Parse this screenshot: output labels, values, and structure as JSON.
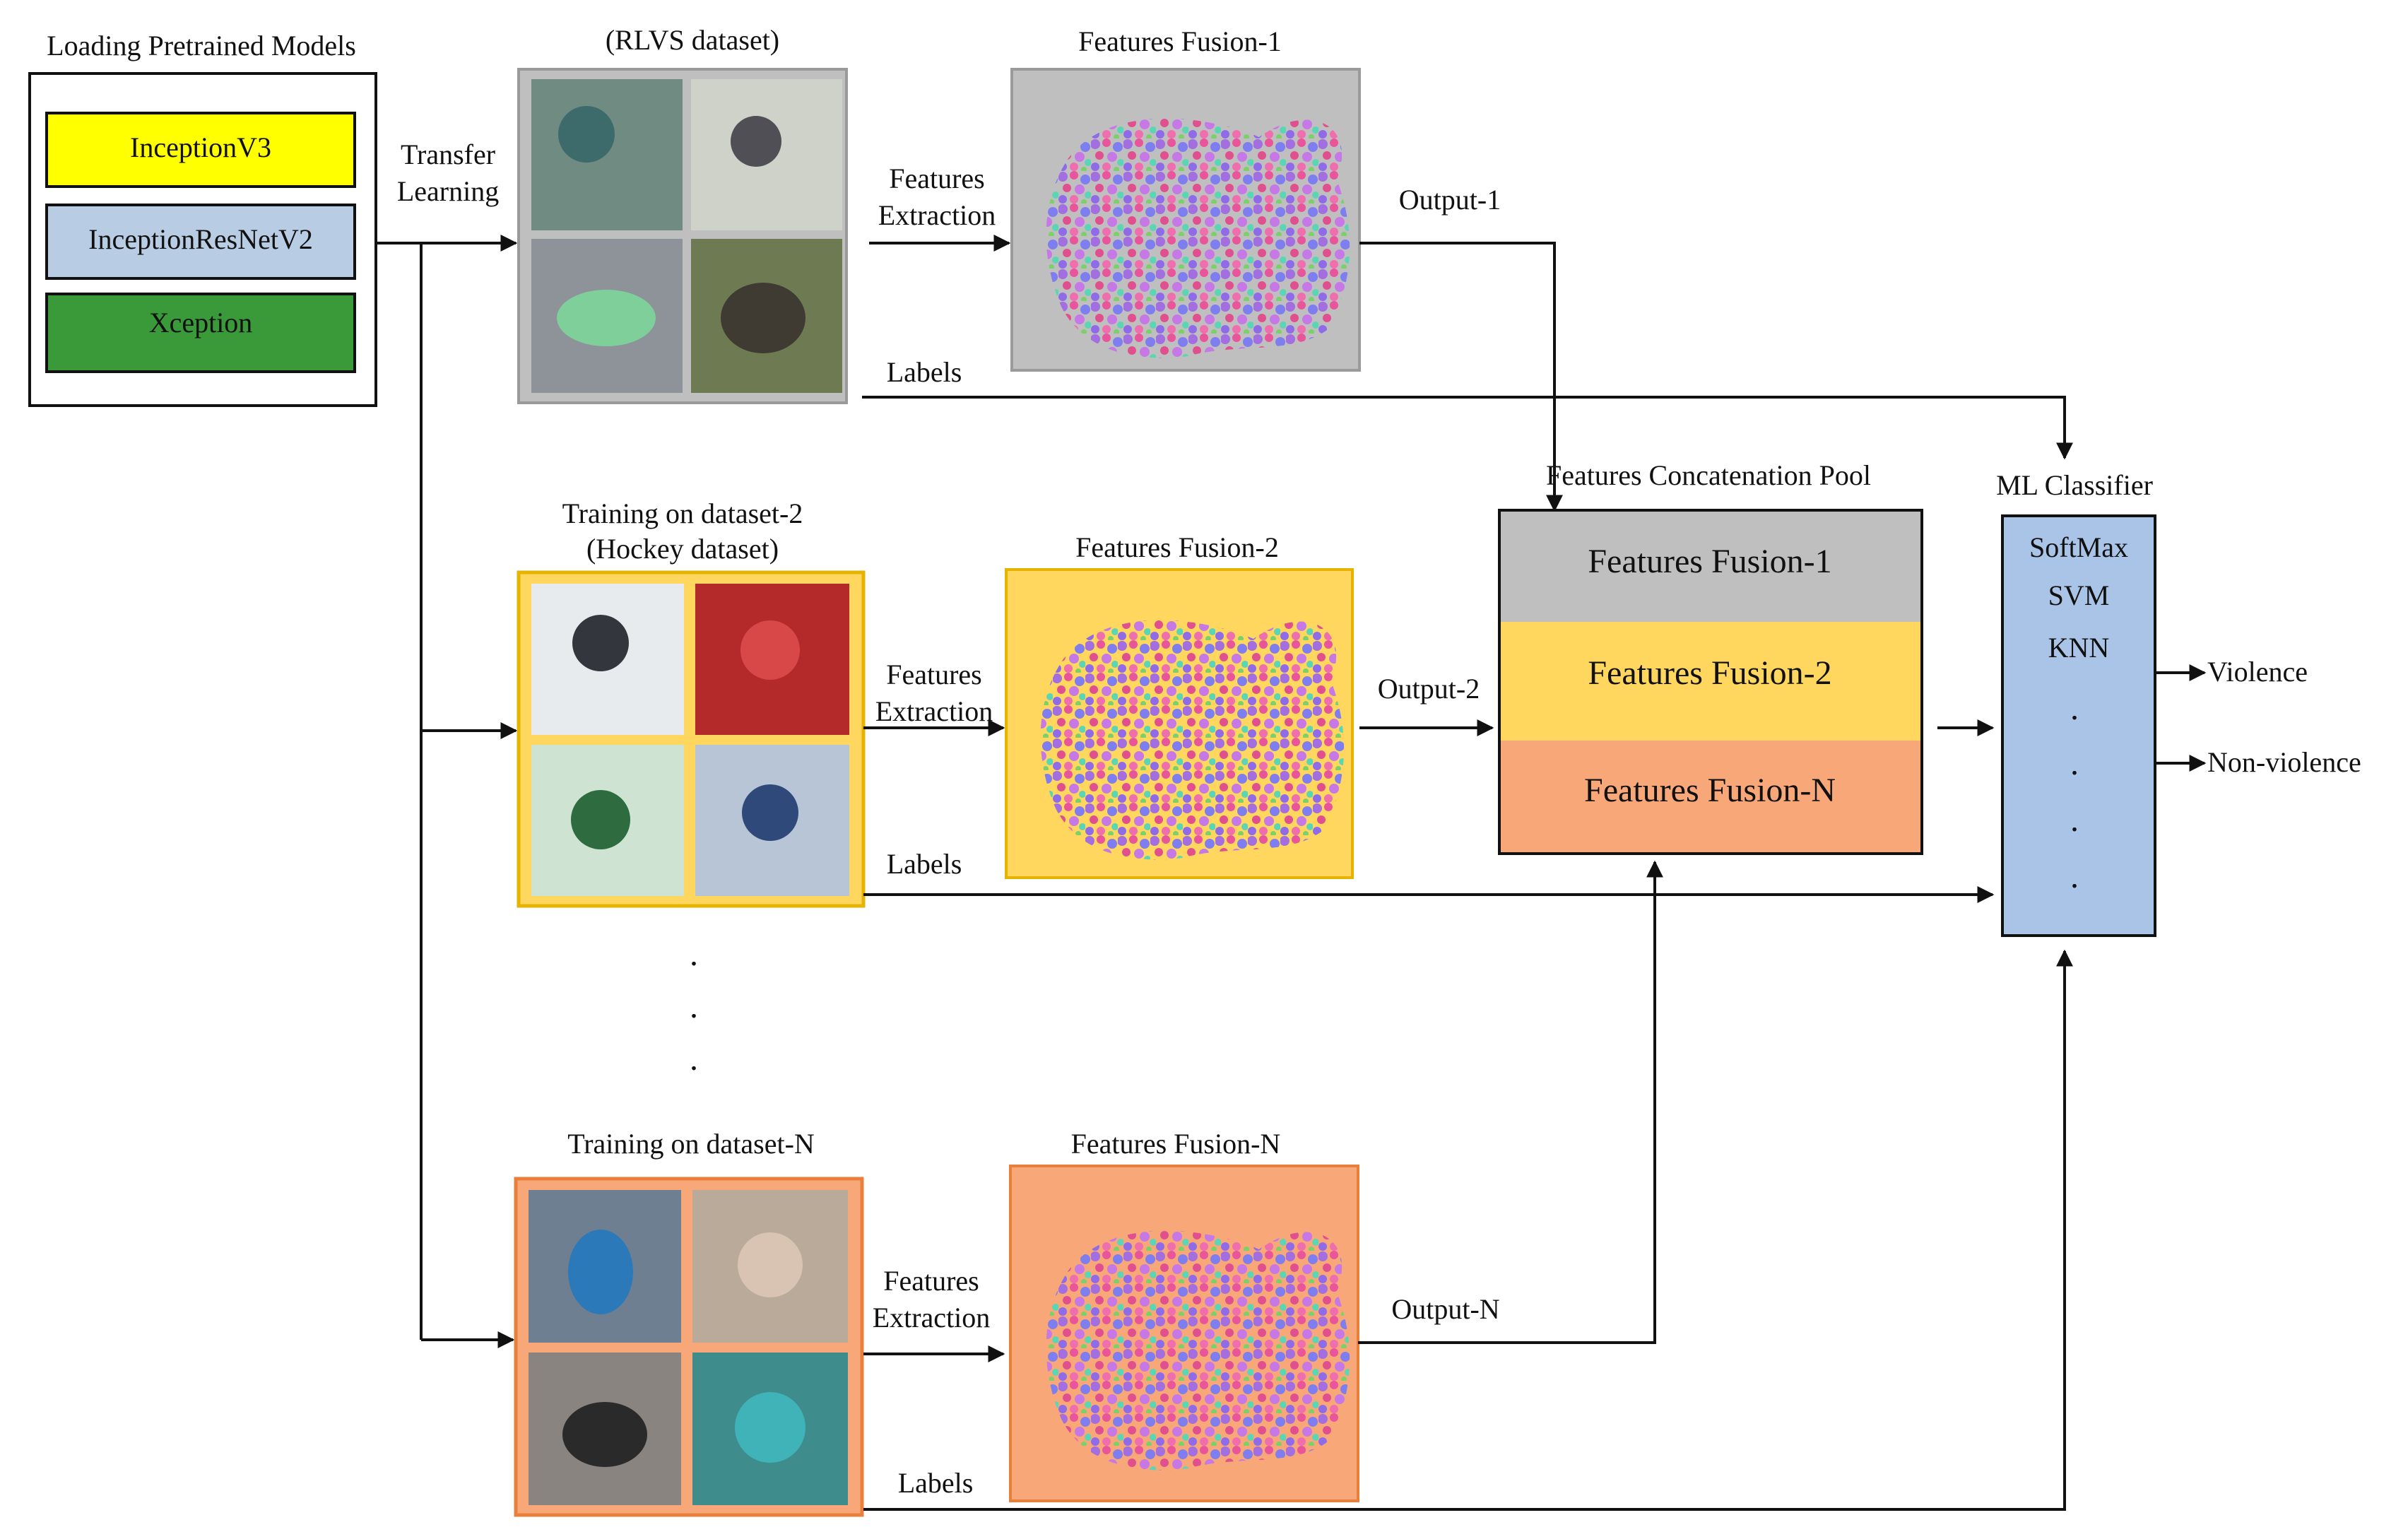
{
  "colors": {
    "inception_v3": "#ffff00",
    "inception_resnet_v2": "#b8cce4",
    "xception": "#3a9a3a",
    "dataset1": "#bfbfbf",
    "dataset2": "#ffd75e",
    "datasetN": "#f8a878",
    "classifier": "#a9c4e6"
  },
  "models_panel": {
    "title": "Loading Pretrained Models",
    "models": [
      "InceptionV3",
      "InceptionResNetV2",
      "Xception"
    ]
  },
  "transfer": {
    "line1": "Transfer",
    "line2": "Learning"
  },
  "rows": [
    {
      "title_line1": "(RLVS dataset)",
      "title_line2": "",
      "extraction_line1": "Features",
      "extraction_line2": "Extraction",
      "fusion_title": "Features Fusion-1",
      "output_label": "Output-1",
      "labels_text": "Labels"
    },
    {
      "title_line1": "Training on dataset-2",
      "title_line2": "(Hockey dataset)",
      "extraction_line1": "Features",
      "extraction_line2": "Extraction",
      "fusion_title": "Features Fusion-2",
      "output_label": "Output-2",
      "labels_text": "Labels"
    },
    {
      "title_line1": "Training on dataset-N",
      "title_line2": "",
      "extraction_line1": "Features",
      "extraction_line2": "Extraction",
      "fusion_title": "Features Fusion-N",
      "output_label": "Output-N",
      "labels_text": "Labels"
    }
  ],
  "ellipsis": ".",
  "pool": {
    "title": "Features Concatenation Pool",
    "items": [
      "Features Fusion-1",
      "Features Fusion-2",
      "Features Fusion-N"
    ]
  },
  "classifier": {
    "title": "ML Classifier",
    "items": [
      "SoftMax",
      "SVM",
      "KNN"
    ],
    "dots": "."
  },
  "outputs": [
    "Violence",
    "Non-violence"
  ]
}
